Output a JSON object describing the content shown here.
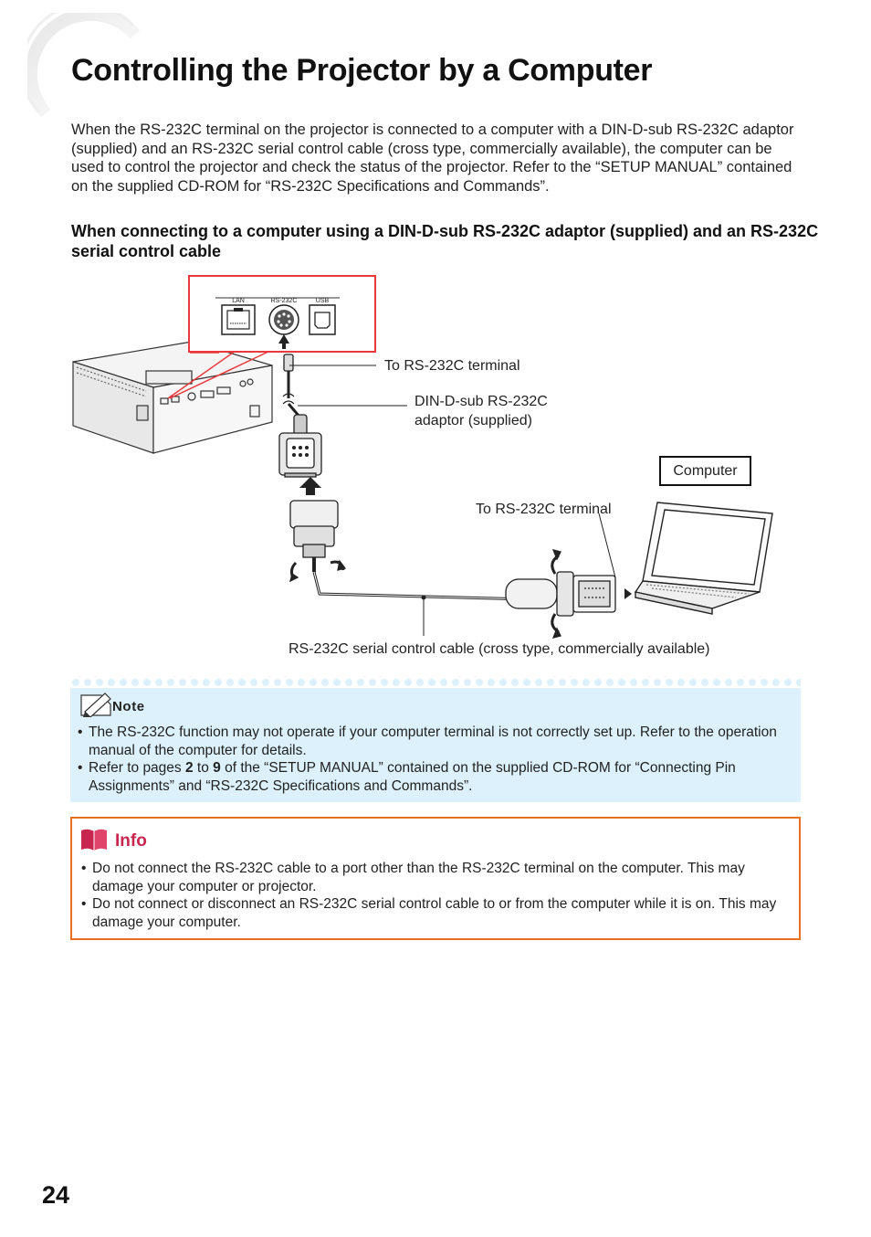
{
  "page": {
    "title": "Controlling the Projector by a Computer",
    "intro": "When the RS-232C terminal on the projector is connected to a computer with a DIN-D-sub RS-232C adaptor (supplied) and an RS-232C serial control cable (cross type, commercially available), the computer can be used to control the projector and check the status of the projector. Refer to the “SETUP MANUAL” contained on the supplied CD-ROM for “RS-232C Specifications and Commands”.",
    "subheading": "When connecting to a computer using a DIN-D-sub RS-232C adaptor (supplied) and an RS-232C serial control cable",
    "page_number": "24"
  },
  "diagram": {
    "port_labels": [
      "LAN",
      "RS-232C",
      "USB"
    ],
    "to_terminal_top": "To RS-232C terminal",
    "adaptor_line1": "DIN-D-sub RS-232C",
    "adaptor_line2": "adaptor (supplied)",
    "computer": "Computer",
    "to_terminal_pc": "To RS-232C terminal",
    "cable": "RS-232C serial control cable (cross type, commercially available)",
    "colors": {
      "highlight": "#e8393c",
      "line": "#222222"
    }
  },
  "note": {
    "label": "Note",
    "item1": "The RS-232C function may not operate if your computer terminal is not correctly set up. Refer to the operation manual of the computer for details.",
    "item2_pre": "Refer to pages ",
    "item2_num1": "2",
    "item2_mid": " to ",
    "item2_num2": "9",
    "item2_post": " of the “SETUP MANUAL” contained on the supplied CD-ROM for “Connecting Pin Assignments” and “RS-232C Specifications and Commands”.",
    "background": "#dcf1fb"
  },
  "info": {
    "label": "Info",
    "item1": "Do not connect the RS-232C cable to a port other than the RS-232C terminal on the computer. This may damage your computer or projector.",
    "item2": "Do not connect or disconnect an RS-232C serial control cable to or from the computer while it is on. This may damage your computer.",
    "border_color": "#e8711e",
    "label_color": "#c8264f"
  }
}
